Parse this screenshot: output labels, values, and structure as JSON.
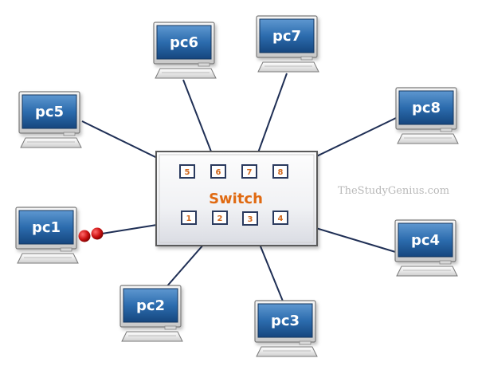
{
  "switch": {
    "label": "Switch",
    "ports": [
      "5",
      "6",
      "7",
      "8",
      "1",
      "2",
      "3",
      "4"
    ]
  },
  "pcs": [
    {
      "id": "pc1",
      "label": "pc1",
      "port": "1"
    },
    {
      "id": "pc2",
      "label": "pc2",
      "port": "2"
    },
    {
      "id": "pc3",
      "label": "pc3",
      "port": "3"
    },
    {
      "id": "pc4",
      "label": "pc4",
      "port": "4"
    },
    {
      "id": "pc5",
      "label": "pc5",
      "port": "5"
    },
    {
      "id": "pc6",
      "label": "pc6",
      "port": "6"
    },
    {
      "id": "pc7",
      "label": "pc7",
      "port": "7"
    },
    {
      "id": "pc8",
      "label": "pc8",
      "port": "8"
    }
  ],
  "watermark": "TheStudyGenius.com",
  "colors": {
    "screen": "#1e5a96",
    "cable": "#1f2f55",
    "switch_label": "#e06a12",
    "port_label": "#d2691e",
    "packet": "#cc1111"
  }
}
